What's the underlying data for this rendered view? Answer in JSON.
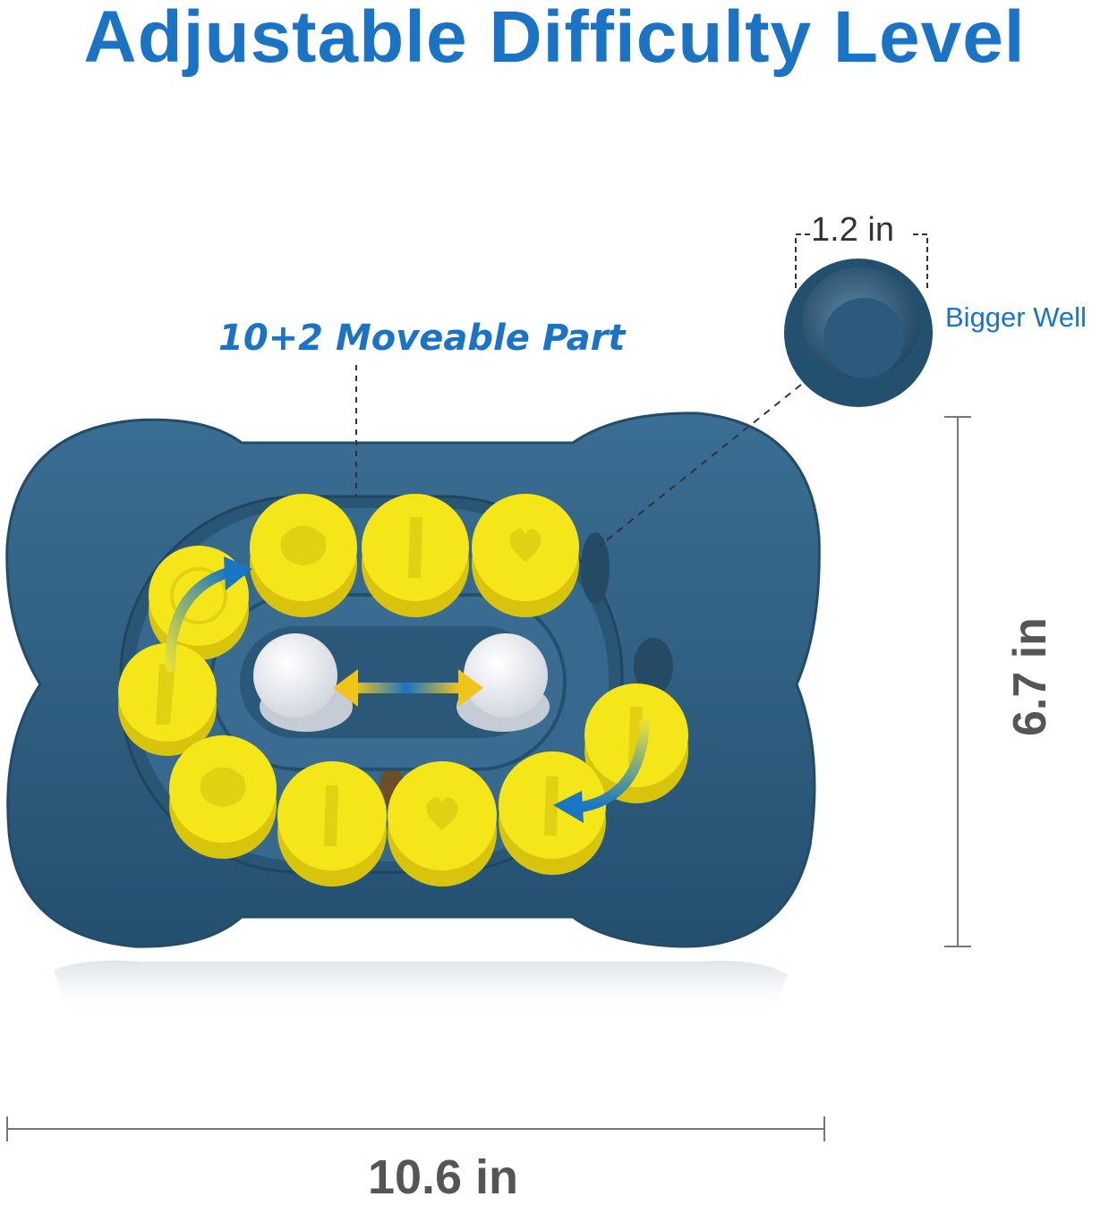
{
  "title": "Adjustable Difficulty Level",
  "callouts": {
    "moveable_parts": "10+2 Moveable Part",
    "well_size": "1.2 in",
    "bigger_well": "Bigger Well"
  },
  "dimensions": {
    "height": "6.7 in",
    "width": "10.6 in"
  },
  "colors": {
    "title_blue": "#1a73c4",
    "toy_blue": "#2f5f82",
    "piece_yellow": "#f5e619",
    "dimension_gray": "#555555"
  },
  "icons": [
    "bone-icon",
    "paw-icon",
    "heart-icon",
    "rotate-arrow-icon",
    "slide-arrow-icon"
  ]
}
